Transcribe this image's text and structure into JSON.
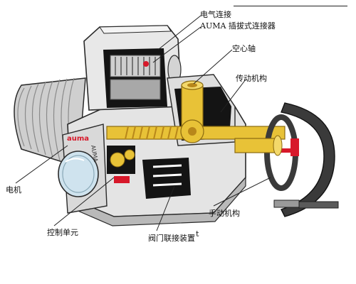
{
  "labels": {
    "electric_connection": "电气连接",
    "auma_plug_connector": "AUMA 插拔式连接器",
    "hollow_shaft": "空心轴",
    "transmission": "传动机构",
    "motor": "电机",
    "control_unit": "控制单元",
    "manual_mechanism": "手动机构",
    "valve_coupling": "阀门联接装置",
    "stray_mark": "t"
  },
  "brand": {
    "logo_text": "auma",
    "side_text": "AUMA"
  },
  "colors": {
    "housing": "#e4e4e4",
    "housing_shadow": "#b9b9b9",
    "outline": "#2a2a2a",
    "gear_gold": "#e8c237",
    "gear_dark": "#b8871a",
    "cutaway_black": "#141414",
    "handwheel_red": "#d7182a",
    "handwheel_dark": "#3a3a3a",
    "motor_grey": "#c9c9c9",
    "glass_blue": "#cfe3ee"
  }
}
